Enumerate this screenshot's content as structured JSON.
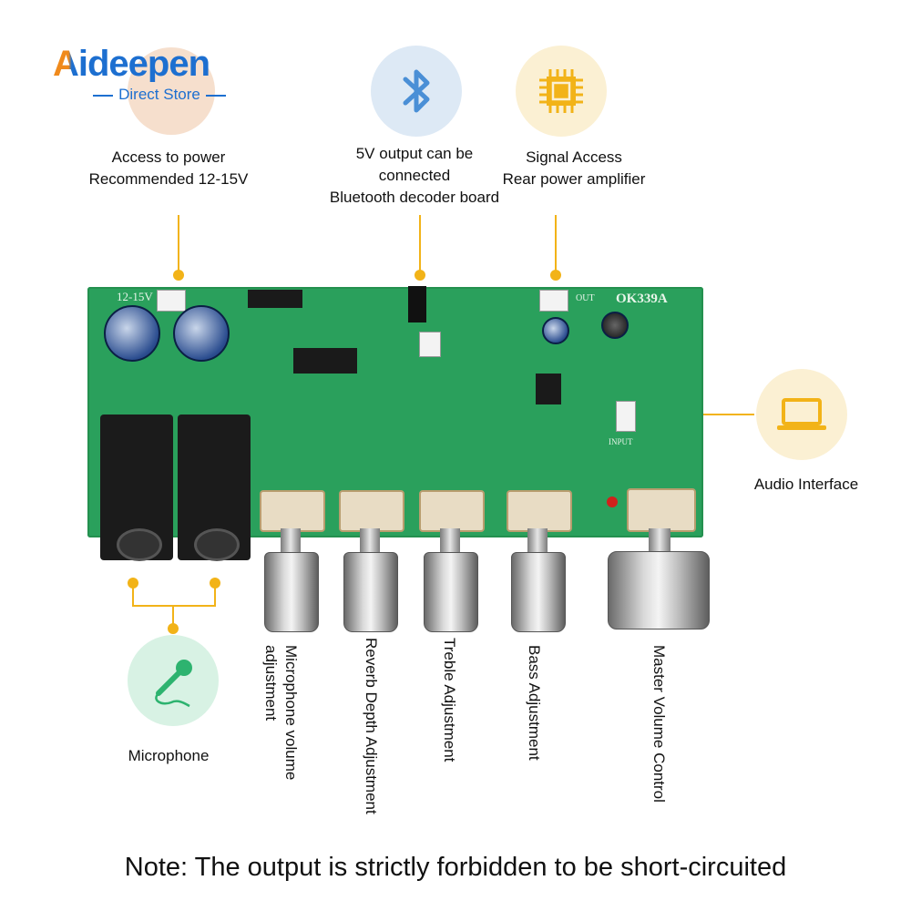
{
  "brand": {
    "name": "Aideepen",
    "tagline": "Direct Store"
  },
  "callouts": {
    "power": [
      "Access to power",
      "Recommended 12-15V"
    ],
    "bluetooth": [
      "5V output can be",
      "connected",
      "Bluetooth decoder board"
    ],
    "signal": [
      "Signal Access",
      "Rear power amplifier"
    ],
    "audio": "Audio Interface",
    "microphone": "Microphone"
  },
  "knobs": {
    "mic_volume": [
      "Microphone volume",
      "adjustment"
    ],
    "reverb": "Reverb Depth Adjustment",
    "treble": "Treble Adjustment",
    "bass": "Bass Adjustment",
    "master": "Master Volume Control"
  },
  "board": {
    "model": "OK339A",
    "voltage": "12-15V",
    "out_label": "OUT",
    "input_label": "INPUT"
  },
  "note": "Note: The output is strictly forbidden to be short-circuited",
  "colors": {
    "accent": "#f2b318",
    "brand_blue": "#1d6fd0",
    "brand_orange": "#f08a1c",
    "pcb_green": "#2aa05c"
  },
  "icons": [
    "bluetooth-icon",
    "chip-icon",
    "laptop-icon",
    "microphone-icon",
    "lightning-icon"
  ]
}
